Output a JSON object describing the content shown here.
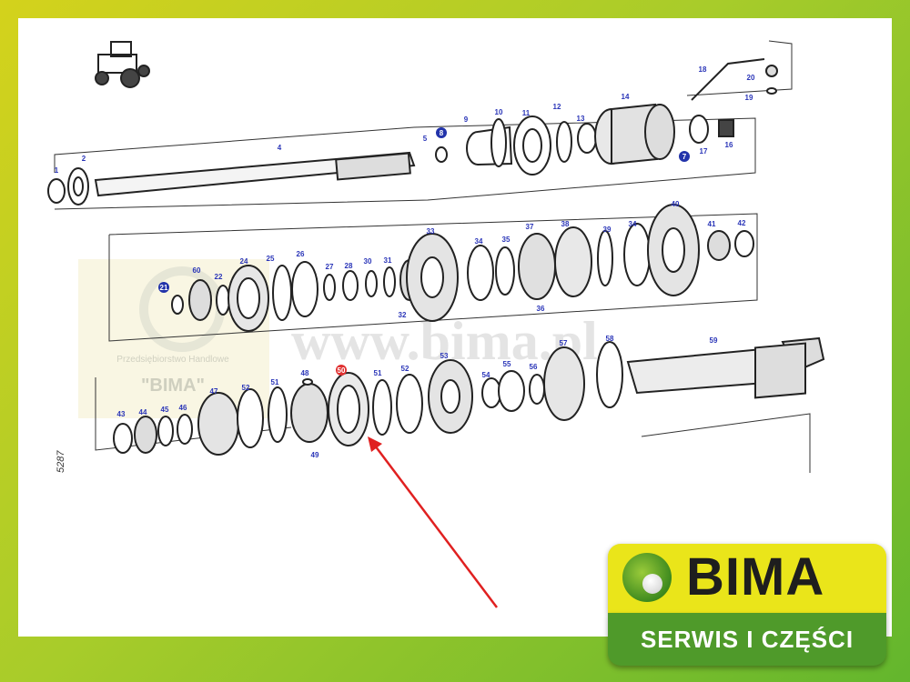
{
  "diagram": {
    "drawing_number": "5287",
    "highlighted_part": "50",
    "labels": {
      "p1": "1",
      "p2": "2",
      "p4": "4",
      "p5": "5",
      "p8": "8",
      "p9": "9",
      "p10": "10",
      "p11": "11",
      "p12": "12",
      "p13": "13",
      "p14": "14",
      "p7": "7",
      "p17": "17",
      "p16": "16",
      "p18": "18",
      "p20": "20",
      "p19": "19",
      "p21": "21",
      "p60": "60",
      "p22": "22",
      "p24": "24",
      "p25": "25",
      "p26": "26",
      "p27": "27",
      "p28": "28",
      "p30": "30",
      "p31": "31",
      "p32": "32",
      "p33": "33",
      "p34a": "34",
      "p35": "35",
      "p37": "37",
      "p36": "36",
      "p38": "38",
      "p39": "39",
      "p34b": "34",
      "p40": "40",
      "p41": "41",
      "p42": "42",
      "p43": "43",
      "p44": "44",
      "p45": "45",
      "p46": "46",
      "p47": "47",
      "p52a": "52",
      "p51a": "51",
      "p48": "48",
      "p49": "49",
      "p50": "50",
      "p51b": "51",
      "p52b": "52",
      "p53": "53",
      "p54": "54",
      "p55": "55",
      "p56": "56",
      "p57": "57",
      "p58": "58",
      "p59": "59"
    }
  },
  "watermark": {
    "url": "www.bima.pl",
    "company_line": "Przedsiębiorstwo Handlowe",
    "company_name": "\"BIMA\""
  },
  "logo": {
    "name": "BIMA",
    "tagline": "SERWIS I CZĘŚCI",
    "colors": {
      "top": "#eae51a",
      "bottom": "#4f9a2a",
      "ball": "#3e8a1e"
    }
  },
  "colors": {
    "label": "#2a35b8",
    "highlight": "#e03030",
    "arrow": "#e02020",
    "frame_start": "#d4d21c",
    "frame_end": "#63b62d"
  }
}
